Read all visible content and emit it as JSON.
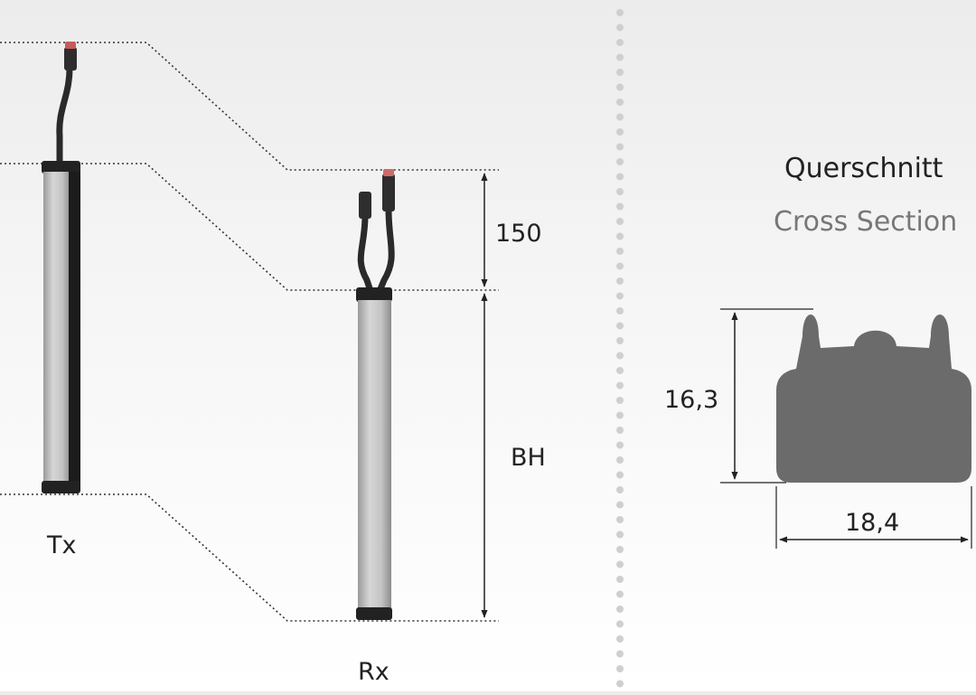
{
  "labels": {
    "transmitter": "Tx",
    "receiver": "Rx",
    "cable_offset": "150",
    "beam_height": "BH",
    "section_title_de": "Querschnitt",
    "section_title_en": "Cross Section",
    "profile_height": "16,3",
    "profile_width": "18,4"
  },
  "colors": {
    "profile_fill": "#6b6b6b",
    "housing": "#bdbdbd",
    "cable": "#2a2a2a",
    "connector_tip": "#d06060",
    "title_de": "#222222",
    "title_en": "#777777",
    "separator_dots": "#cfcfcf"
  }
}
